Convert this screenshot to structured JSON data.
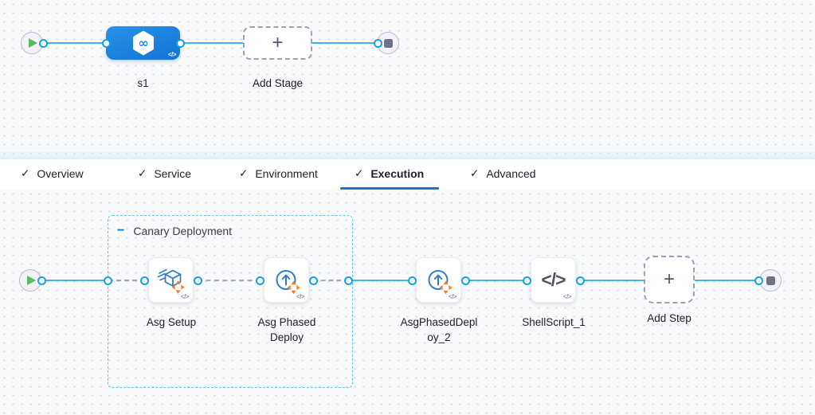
{
  "stage_graph": {
    "stage": {
      "name": "s1",
      "code_badge": "</>"
    },
    "add_stage": {
      "label": "Add Stage",
      "plus": "+"
    }
  },
  "tabs": {
    "items": [
      {
        "label": "Overview",
        "check": "✓",
        "active": false
      },
      {
        "label": "Service",
        "check": "✓",
        "active": false
      },
      {
        "label": "Environment",
        "check": "✓",
        "active": false
      },
      {
        "label": "Execution",
        "check": "✓",
        "active": true
      },
      {
        "label": "Advanced",
        "check": "✓",
        "active": false
      }
    ]
  },
  "execution_graph": {
    "group": {
      "title": "Canary Deployment",
      "collapse_icon": "−"
    },
    "steps": [
      {
        "name": "Asg Setup",
        "icon": "asg-setup-icon",
        "code_badge": "</>"
      },
      {
        "name": "Asg Phased Deploy",
        "icon": "phased-deploy-icon",
        "code_badge": "</>"
      },
      {
        "name": "AsgPhasedDeploy_2",
        "icon": "phased-deploy-icon",
        "code_badge": "</>"
      },
      {
        "name": "ShellScript_1",
        "icon": "code-icon",
        "code_badge": "</>",
        "glyph": "</>"
      }
    ],
    "add_step": {
      "label": "Add Step",
      "plus": "+"
    }
  },
  "colors": {
    "stage_blue": "#1e88e0",
    "edge_blue": "#41b3e8",
    "dashed_gray": "#a7a9bf",
    "group_border": "#66c5ef",
    "accent_orange": "#ff7d2a",
    "play_green": "#58bb5c",
    "tab_underline": "#1b75c8",
    "canvas_dot": "#d8e0e8"
  }
}
